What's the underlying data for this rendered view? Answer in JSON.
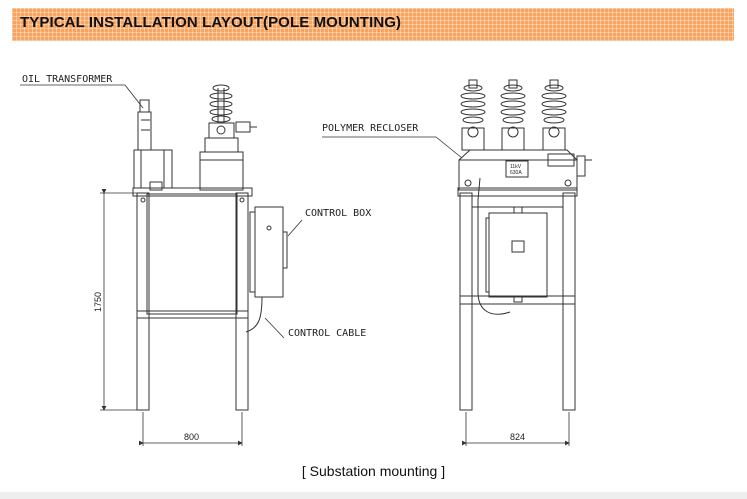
{
  "header": {
    "title": "TYPICAL INSTALLATION LAYOUT(POLE MOUNTING)"
  },
  "labels": {
    "oil_transformer": "OIL TRANSFORMER",
    "control_box": "CONTROL BOX",
    "control_cable": "CONTROL CABLE",
    "polymer_recloser": "POLYMER RECLOSER"
  },
  "dimensions": {
    "height": "1750",
    "left_width": "800",
    "right_width": "824"
  },
  "nameplate": {
    "line1": "11kV",
    "line2": "630A"
  },
  "caption": "[ Substation mounting ]"
}
